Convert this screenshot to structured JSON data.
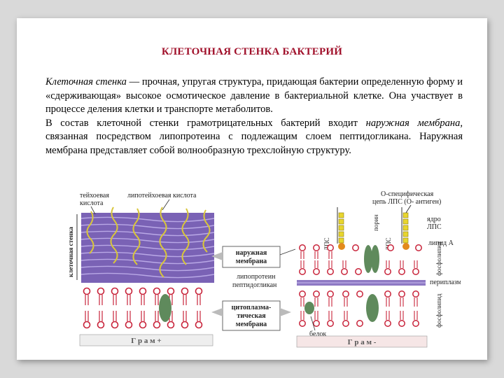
{
  "title": "КЛЕТОЧНАЯ СТЕНКА БАКТЕРИЙ",
  "paragraph1": {
    "term": "Клеточная стенка",
    "rest": " — прочная, упругая структура, придающая бактерии определенную форму и «сдерживающая» высокое осмотическое давление в бактериальной клетке. Она участвует в процессе деления клетки и транспорте метаболитов."
  },
  "paragraph2": {
    "before": "В состав клеточной стенки грамотрицательных бактерий входит ",
    "italic": "наружная мембрана,",
    "after": " связанная посредством липопротеина с подлежащим слоем пептидогликана. Наружная мембрана представляет собой волнообразную трехслойную структуру."
  },
  "figure": {
    "labels": {
      "teichoic": "тейхоевая",
      "teichoic2": "кислота",
      "lipoteichoic": "липотейхоевая  кислота",
      "cell_wall": "клеточная стенка",
      "outer_membrane": "наружная",
      "outer_membrane2": "мембрана",
      "lipoprotein": "липопротеин",
      "peptidoglycan": "пептидогликан",
      "cytoplasmic": "цитоплазма-",
      "cytoplasmic2": "тическая",
      "cytoplasmic3": "мембрана",
      "o_chain": "О-специфическая",
      "o_chain2": "цепь ЛПС (О- антиген)",
      "core": "ядро",
      "core2": "ЛПС",
      "lipid_a": "липид А",
      "lps_left": "ЛПС",
      "porin": "порин",
      "lps_right": "ЛПС",
      "phospholipid_top": "фосфолипид",
      "periplasm": "периплазма",
      "phospholipid_bottom": "фосфолипид",
      "protein": "белок",
      "gram_pos": "Г р а м +",
      "gram_neg": "Г р а м -"
    },
    "colors": {
      "purple": "#8e79c4",
      "yellow": "#d8c63a",
      "red": "#c8233a",
      "green": "#5f8a5c",
      "orange": "#e38a1c"
    }
  }
}
